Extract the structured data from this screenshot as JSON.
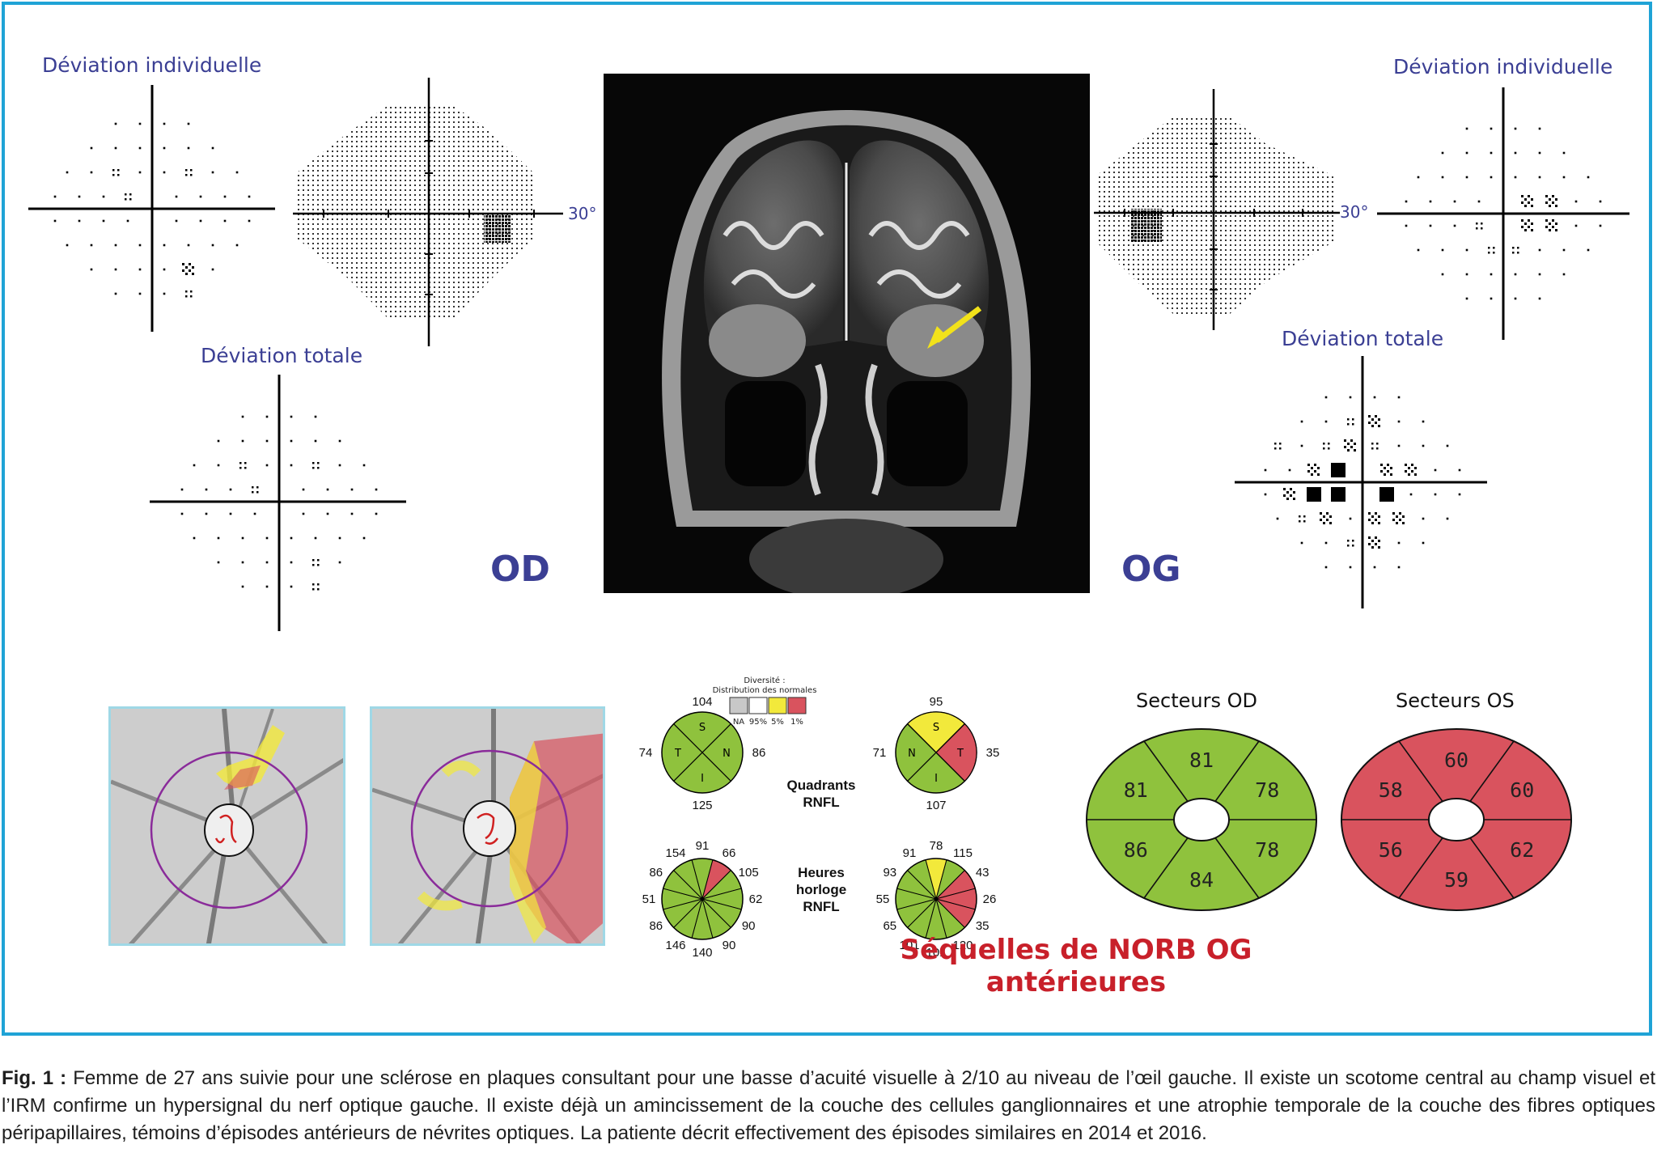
{
  "od": {
    "eye_label": "OD",
    "individual_title": "Déviation individuelle",
    "total_title": "Déviation totale",
    "angle_label": "30°"
  },
  "og": {
    "eye_label": "OG",
    "individual_title": "Déviation individuelle",
    "total_title": "Déviation totale",
    "angle_label": "30°"
  },
  "rnfl": {
    "legend_title": "Diversité :",
    "legend_subtitle": "Distribution des normales",
    "legend_items": [
      {
        "label": "NA",
        "color": "#c8c8c8"
      },
      {
        "label": "95%",
        "color": "#ffffff"
      },
      {
        "label": "5%",
        "color": "#f2e93b"
      },
      {
        "label": "1%",
        "color": "#d9535e"
      }
    ],
    "quadrants_label_1": "Quadrants",
    "quadrants_label_2": "RNFL",
    "clock_label_1": "Heures",
    "clock_label_2": "horloge",
    "clock_label_3": "RNFL",
    "od_quadrants": {
      "S": "104",
      "T": "74",
      "N": "86",
      "I": "125",
      "letters": [
        "S",
        "T",
        "N",
        "I"
      ]
    },
    "og_quadrants": {
      "S": "95",
      "N": "71",
      "T": "35",
      "I": "107",
      "letters": [
        "S",
        "N",
        "T",
        "I"
      ]
    },
    "od_clock": [
      "91",
      "66",
      "105",
      "62",
      "90",
      "90",
      "140",
      "146",
      "86",
      "51",
      "86",
      "154"
    ],
    "og_clock": [
      "78",
      "115",
      "43",
      "26",
      "35",
      "120",
      "101",
      "101",
      "65",
      "55",
      "93",
      "91"
    ]
  },
  "sectors": {
    "od_title": "Secteurs OD",
    "os_title": "Secteurs OS",
    "od_values": [
      "81",
      "78",
      "78",
      "84",
      "86",
      "81"
    ],
    "os_values": [
      "60",
      "60",
      "62",
      "59",
      "56",
      "58"
    ],
    "od_color": "#8fc23d",
    "os_color": "#d9535e"
  },
  "conclusion": "Séquelles de NORB OG antérieures",
  "caption": {
    "lead": "Fig. 1 :",
    "text": " Femme de 27 ans suivie pour une sclérose en plaques consultant pour une basse d’acuité visuelle à 2/10 au niveau de l’œil gauche. Il existe un scotome central au champ visuel et l’IRM confirme un hypersignal du nerf optique gauche. Il existe déjà un amincissement de la couche des cellules ganglionnaires et une atrophie temporale de la couche des fibres optiques péripapillaires, témoins d’épisodes antérieurs de névrites optiques. La patiente décrit effectivement des épisodes similaires en 2014 et 2016."
  },
  "colors": {
    "frame": "#1fa3d6",
    "title_blue": "#3b3f94",
    "normal_green": "#8fc23d",
    "borderline_yellow": "#f2e93b",
    "abnormal_red": "#d9535e",
    "conclusion_red": "#c8202a"
  }
}
